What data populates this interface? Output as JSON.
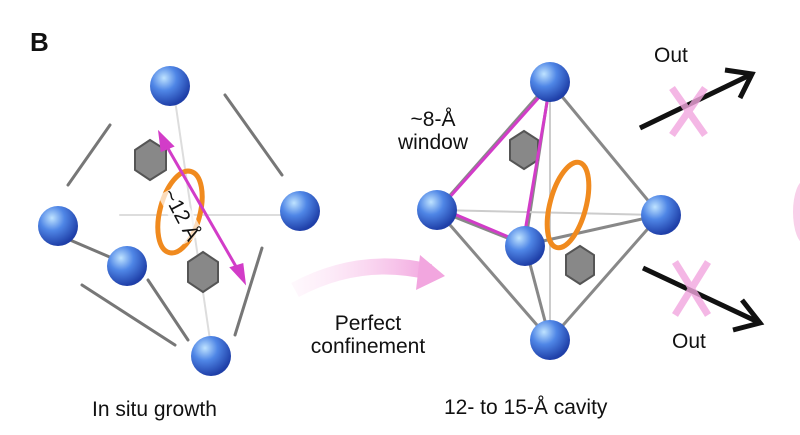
{
  "panel_label": "B",
  "left": {
    "distance_label": "~12 Å",
    "caption": "In situ growth"
  },
  "transition": {
    "line1": "Perfect",
    "line2": "confinement"
  },
  "right": {
    "window_line1": "~8-Å",
    "window_line2": "window",
    "caption": "12- to 15-Å cavity",
    "out_top": "Out",
    "out_bottom": "Out"
  },
  "colors": {
    "sphere": "#3f6fd6",
    "rod": "#8c8c8c",
    "magenta": "#d23cc8",
    "ring": "#f08a1e",
    "arrow_pink": "#f6b8e6"
  }
}
